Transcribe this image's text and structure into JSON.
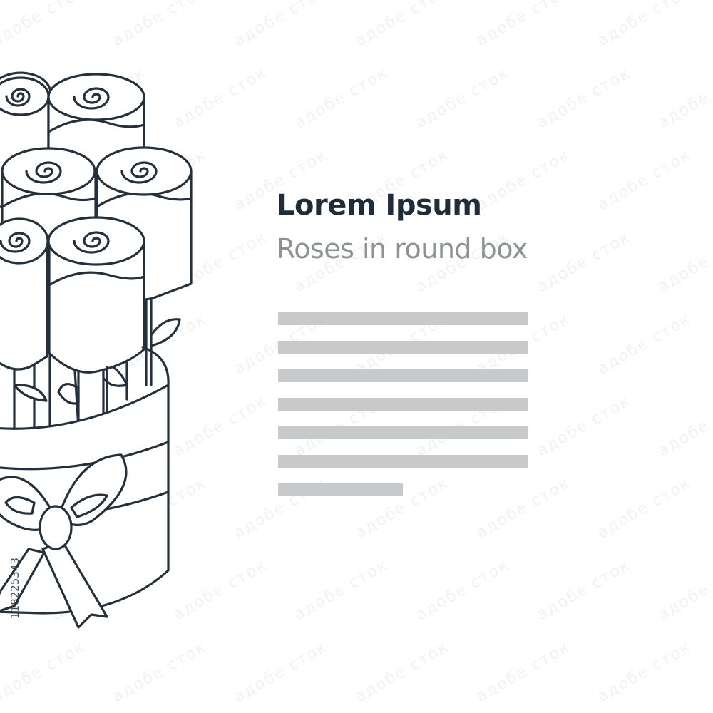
{
  "heading": {
    "title": "Lorem Ipsum",
    "subtitle": "Roses in round box"
  },
  "placeholder_text": {
    "line_count": 7,
    "last_line_fraction": 0.5,
    "color": "#c8c9ca"
  },
  "colors": {
    "title": "#1f2d3a",
    "subtitle": "#8e9196",
    "outline": "#24313d",
    "background": "#ffffff"
  },
  "illustration": {
    "icon": "roses-in-round-box-icon",
    "description_hidden": true
  },
  "watermark": {
    "id_text": "118225343",
    "tile_text": "адобе сток"
  }
}
